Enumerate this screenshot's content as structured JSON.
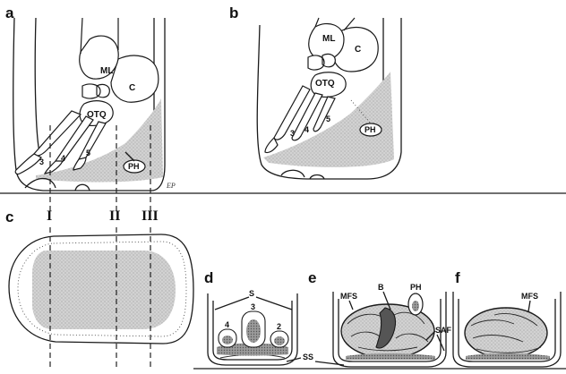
{
  "panels": {
    "a": "a",
    "b": "b",
    "c": "c",
    "d": "d",
    "e": "e",
    "f": "f"
  },
  "bones": {
    "ml": "ML",
    "c": "C",
    "otq": "OTQ",
    "ph": "PH",
    "d3": "3",
    "d4": "4",
    "d5": "5",
    "d2": "2"
  },
  "sections": {
    "i": "I",
    "ii": "II",
    "iii": "III"
  },
  "tissue": {
    "s": "S",
    "ss": "SS",
    "mfs": "MFS",
    "b": "B",
    "ph": "PH",
    "saf": "SAF"
  },
  "signature": "EP"
}
